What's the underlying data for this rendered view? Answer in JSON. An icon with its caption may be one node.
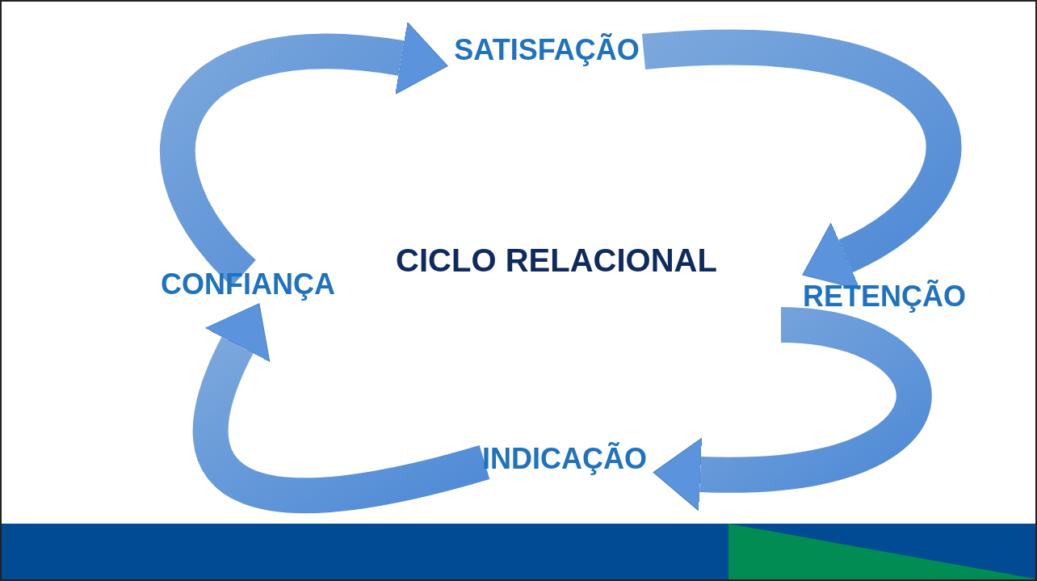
{
  "diagram": {
    "title": "CICLO RELACIONAL",
    "nodes": [
      {
        "text": [
          "SATISFAÇÃO"
        ]
      },
      {
        "text": [
          "CONFIANÇA"
        ]
      },
      {
        "text": [
          "RETENÇÃO"
        ]
      },
      {
        "text": [
          "INDICAÇÃO"
        ]
      }
    ],
    "edges": [
      {
        "from": 1,
        "to": 0,
        "arrow": "to"
      },
      {
        "from": 0,
        "to": 2,
        "arrow": "to"
      },
      {
        "from": 2,
        "to": 3,
        "arrow": "to"
      },
      {
        "from": 3,
        "to": 1,
        "arrow": "to"
      }
    ]
  }
}
